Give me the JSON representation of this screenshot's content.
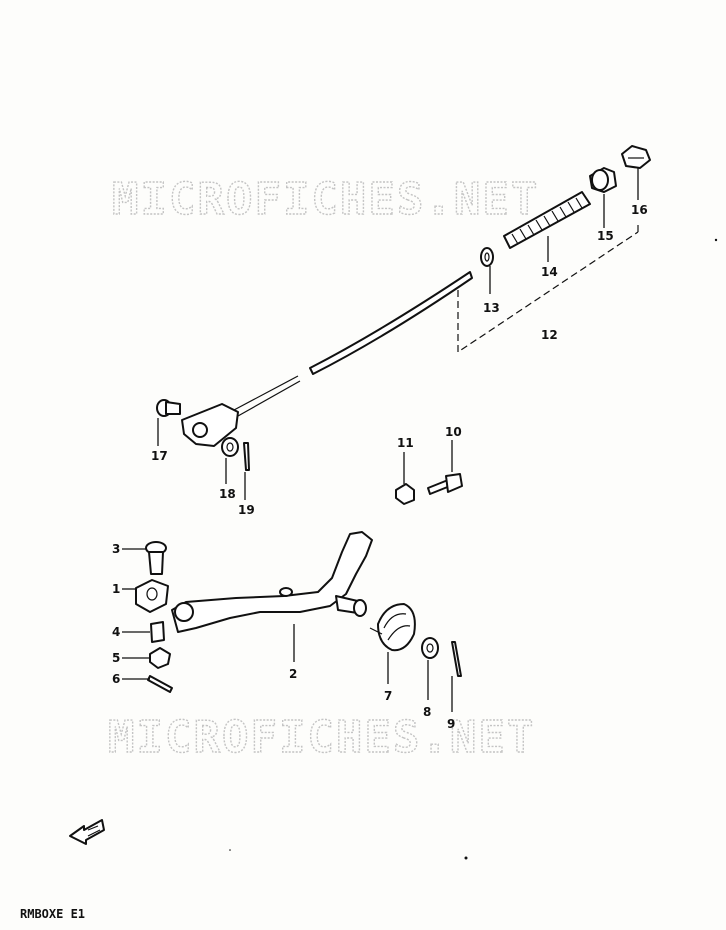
{
  "watermark": "MICROFICHES.NET",
  "drawing_code": "RMBOXE E1",
  "callouts": {
    "p1": "1",
    "p2": "2",
    "p3": "3",
    "p4": "4",
    "p5": "5",
    "p6": "6",
    "p7": "7",
    "p8": "8",
    "p9": "9",
    "p10": "10",
    "p11": "11",
    "p12": "12",
    "p13": "13",
    "p14": "14",
    "p15": "15",
    "p16": "16",
    "p17": "17",
    "p18": "18",
    "p19": "19"
  },
  "icons": {
    "front_arrow": "front-direction-arrow-icon"
  },
  "colors": {
    "ink": "#111111",
    "watermark": "#c4c4c4",
    "paper": "#fdfdfb"
  }
}
